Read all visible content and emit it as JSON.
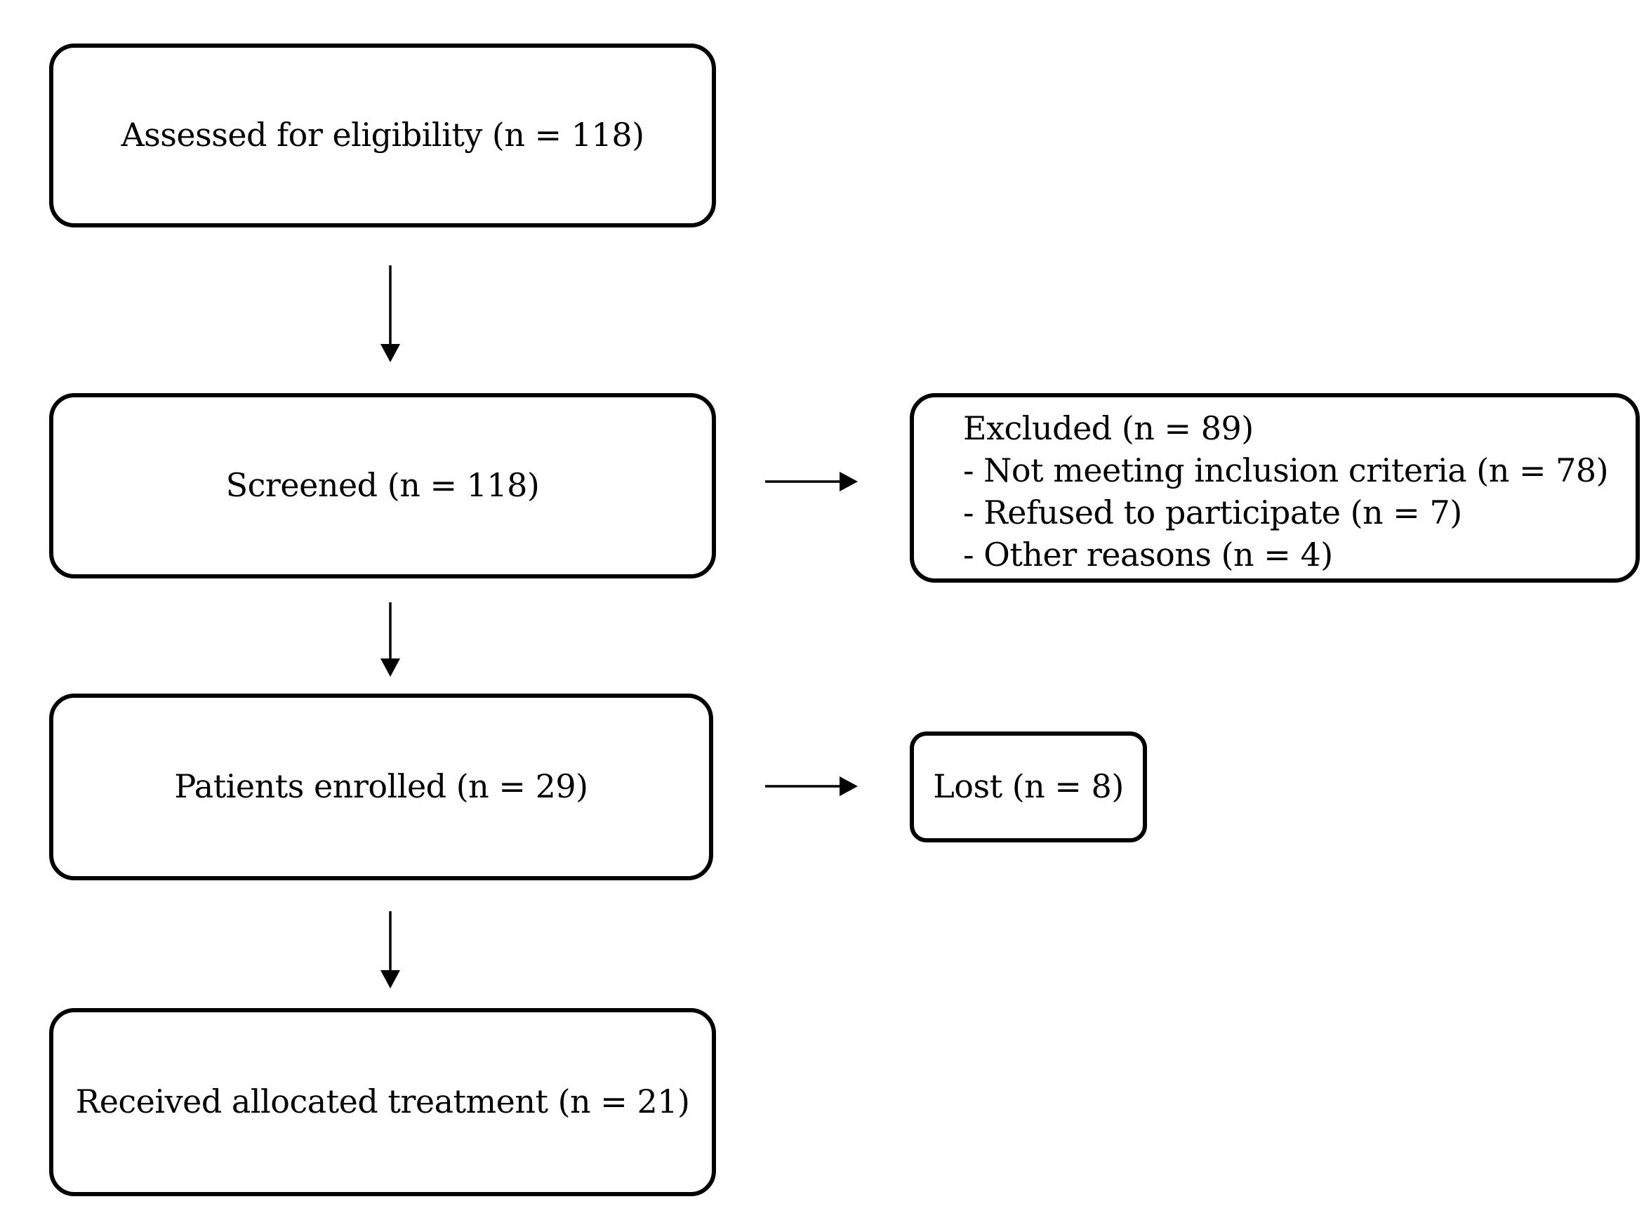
{
  "flow": {
    "assessed": "Assessed for eligibility (n = 118)",
    "screened": "Screened (n = 118)",
    "enrolled": "Patients enrolled (n = 29)",
    "received": "Received allocated treatment (n = 21)"
  },
  "excluded": {
    "title": "Excluded (n = 89)",
    "reasons": [
      "- Not meeting inclusion criteria (n = 78)",
      "- Refused to participate (n = 7)",
      "- Other reasons (n = 4)"
    ]
  },
  "lost": "Lost (n = 8)"
}
